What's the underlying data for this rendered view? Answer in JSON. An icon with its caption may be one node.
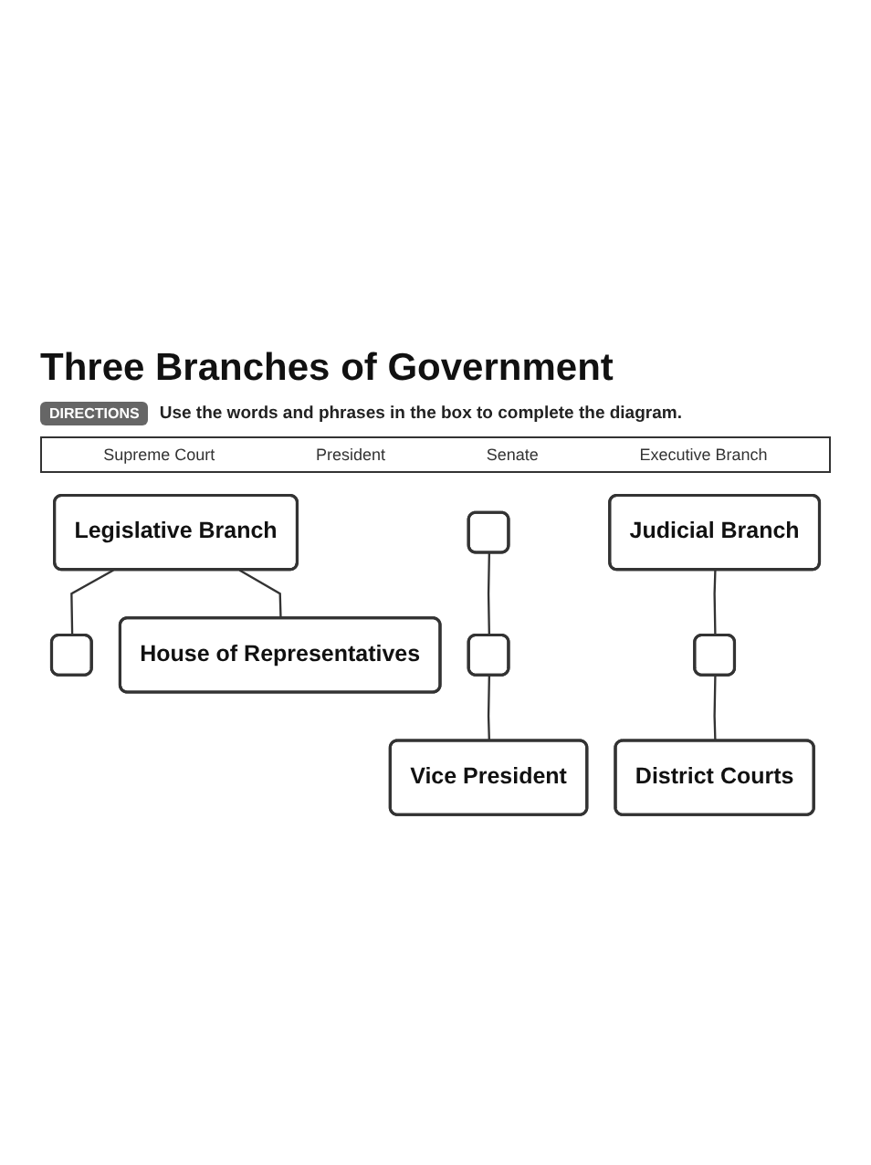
{
  "diagram": {
    "title": "Three Branches of Government",
    "nodes": [
      {
        "text": [
          "Legislative Branch"
        ]
      },
      {
        "text": [],
        "shape": "box"
      },
      {
        "text": [
          "Judicial Branch"
        ]
      },
      {
        "text": [],
        "shape": "box"
      },
      {
        "text": [
          "House of Representatives"
        ]
      },
      {
        "text": [],
        "shape": "box"
      },
      {
        "text": [],
        "shape": "box"
      },
      {
        "text": [
          "Vice President"
        ]
      },
      {
        "text": [
          "District Courts"
        ]
      }
    ],
    "edges": [
      {
        "from": 0,
        "to": 3,
        "arrow": "none"
      },
      {
        "from": 0,
        "to": 4,
        "arrow": "none"
      },
      {
        "from": 1,
        "to": 5,
        "arrow": "none"
      },
      {
        "from": 5,
        "to": 7,
        "arrow": "none"
      },
      {
        "from": 2,
        "to": 6,
        "arrow": "none"
      },
      {
        "from": 6,
        "to": 8,
        "arrow": "none"
      }
    ],
    "labels": [
      "DIRECTIONS",
      "Use the words and phrases in the box to complete the diagram.",
      "Supreme Court",
      "President",
      "Senate",
      "Executive Branch"
    ]
  }
}
